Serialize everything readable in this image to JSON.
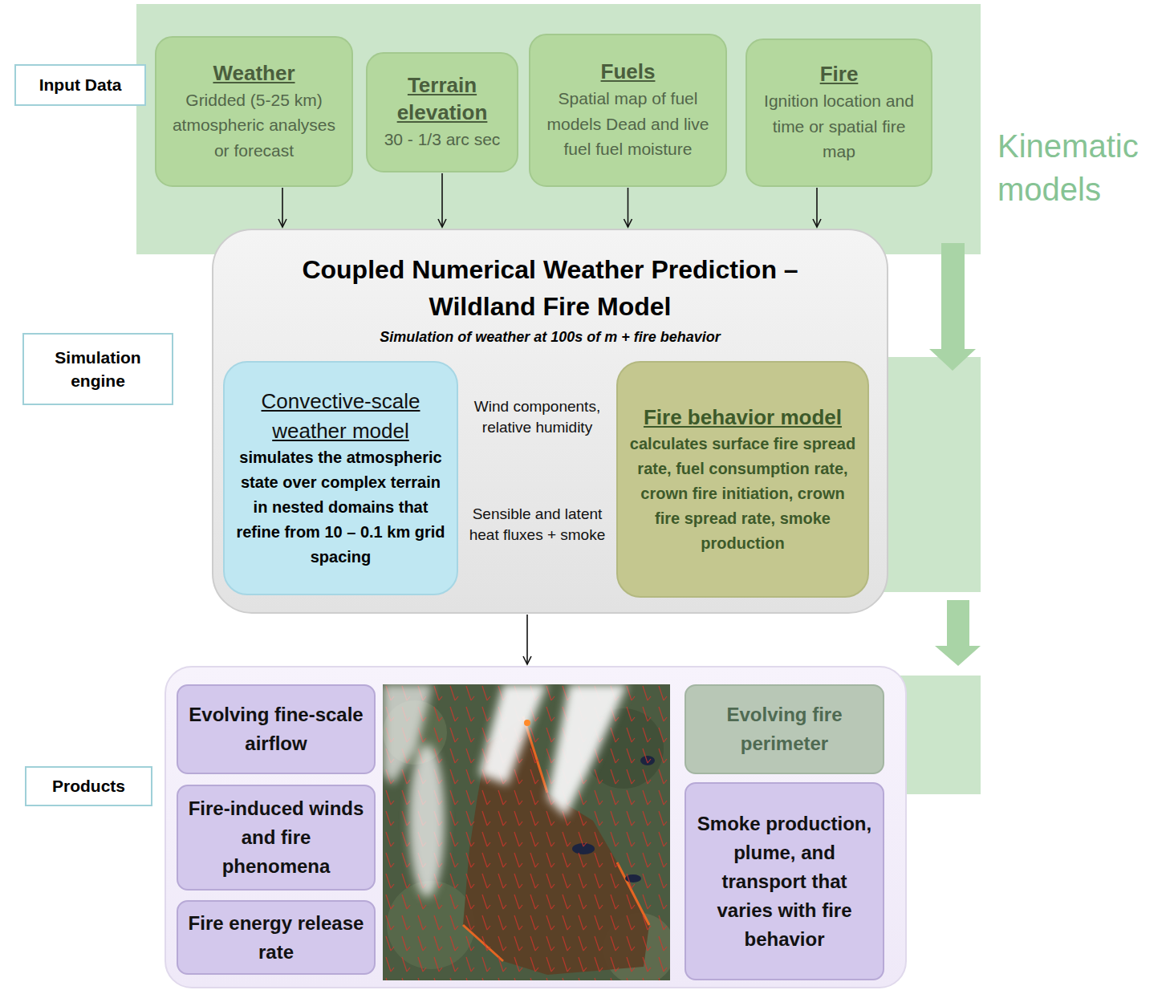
{
  "diagram": {
    "nodes": [
      {
        "text": [
          "Input Data"
        ]
      },
      {
        "text": [
          "Weather",
          "Gridded (5-25 km) atmospheric analyses or forecast"
        ]
      },
      {
        "text": [
          "Terrain elevation",
          "30 - 1/3 arc sec"
        ]
      },
      {
        "text": [
          "Fuels",
          "Spatial map of fuel models Dead and live fuel fuel moisture"
        ]
      },
      {
        "text": [
          "Fire",
          "Ignition location and time or spatial fire map"
        ]
      },
      {
        "text": [
          "Simulation engine"
        ]
      },
      {
        "text": [
          "Coupled Numerical Weather Prediction – Wildland Fire Model",
          "Simulation of weather at 100s of m + fire behavior"
        ]
      },
      {
        "text": [
          "Convective-scale weather model",
          "simulates the atmospheric state over complex terrain in nested domains that refine from 10 – 0.1 km grid spacing"
        ],
        "in": 6
      },
      {
        "text": [
          "Fire behavior model",
          "calculates surface fire spread rate, fuel consumption rate, crown fire initiation, crown fire spread rate, smoke production"
        ],
        "in": 6
      },
      {
        "text": [
          "Products"
        ]
      },
      {
        "text": [
          "Evolving fine-scale airflow"
        ],
        "in": 9
      },
      {
        "text": [
          "Fire-induced winds and fire phenomena"
        ],
        "in": 9
      },
      {
        "text": [
          "Fire energy release rate"
        ],
        "in": 9
      },
      {
        "text": [
          "Evolving fire perimeter"
        ],
        "in": 9
      },
      {
        "text": [
          "Smoke production, plume, and transport that varies with fire behavior"
        ],
        "in": 9
      }
    ],
    "edges": [
      {
        "from": 1,
        "to": 6,
        "arrow": "to"
      },
      {
        "from": 2,
        "to": 6,
        "arrow": "to"
      },
      {
        "from": 3,
        "to": 6,
        "arrow": "to"
      },
      {
        "from": 4,
        "to": 6,
        "arrow": "to"
      },
      {
        "from": 7,
        "to": 8,
        "label": "Wind components, relative humidity",
        "arrow": "to"
      },
      {
        "from": 8,
        "to": 7,
        "label": "Sensible and latent heat fluxes + smoke",
        "arrow": "to"
      },
      {
        "from": 6,
        "to": 9,
        "arrow": "to"
      }
    ],
    "labels": [
      "Kinematic models"
    ]
  }
}
